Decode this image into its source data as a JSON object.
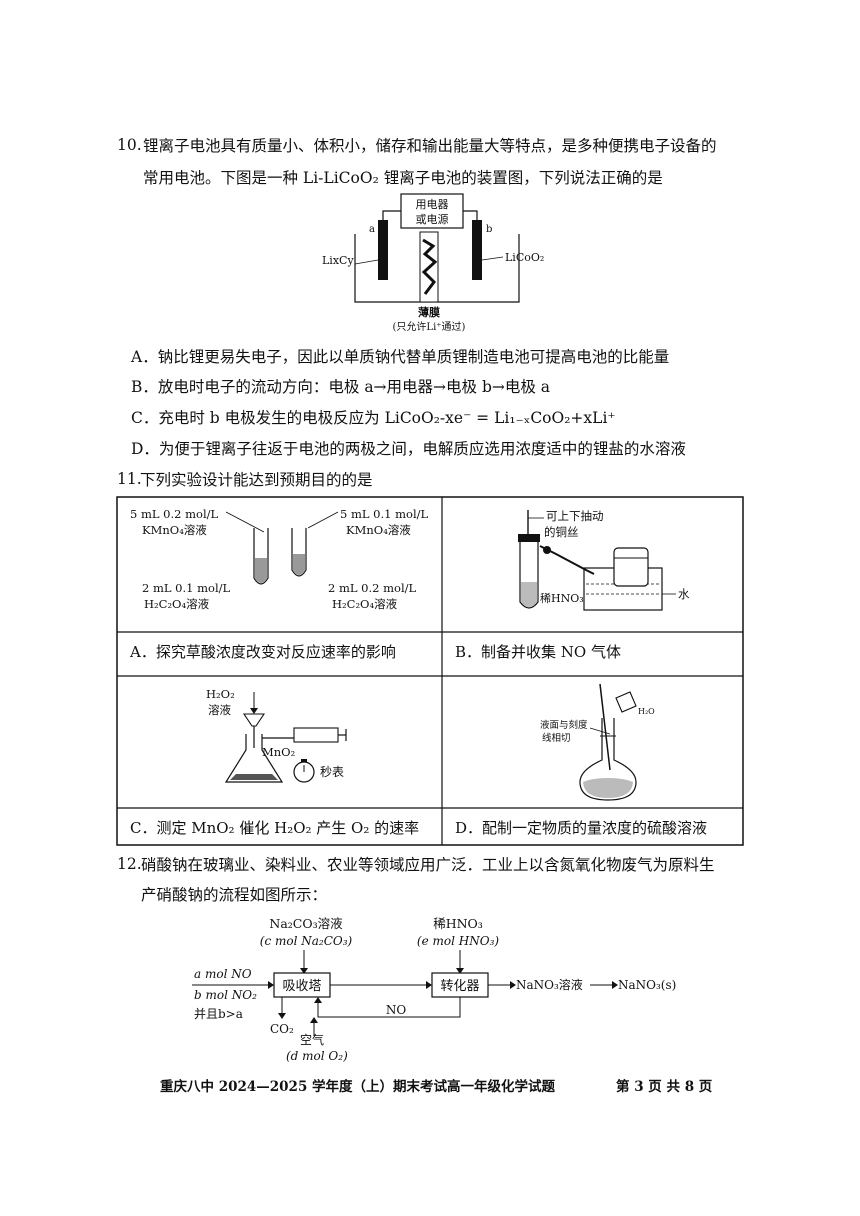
{
  "q10": {
    "number": "10.",
    "line1": "锂离子电池具有质量小、体积小，储存和输出能量大等特点，是多种便携电子设备的",
    "line2": "常用电池。下图是一种 Li-LiCoO₂ 锂离子电池的装置图，下列说法正确的是",
    "figure": {
      "device": "用电器或电源",
      "device_l1": "用电器",
      "device_l2": "或电源",
      "electrode_a": "a",
      "electrode_b": "b",
      "left_label": "LixCy",
      "right_label": "LiCoO₂",
      "membrane": "薄膜",
      "membrane_note": "(只允许Li⁺通过)"
    },
    "options": {
      "A": "A．钠比锂更易失电子，因此以单质钠代替单质锂制造电池可提高电池的比能量",
      "B": "B．放电时电子的流动方向：电极 a→用电器→电极 b→电极 a",
      "C": "C．充电时 b 电极发生的电极反应为 LiCoO₂-xe⁻ = Li₁₋ₓCoO₂+xLi⁺",
      "D": "D．为便于锂离子往返于电池的两极之间，电解质应选用浓度适中的锂盐的水溶液"
    }
  },
  "q11": {
    "number": "11.",
    "stem": "下列实验设计能达到预期目的的是",
    "A": {
      "label": "A．探究草酸浓度改变对反应速率的影响",
      "tl": "5 mL 0.2 mol/L",
      "tl2": "KMnO₄溶液",
      "tr": "5 mL 0.1 mol/L",
      "tr2": "KMnO₄溶液",
      "bl": "2 mL 0.1 mol/L",
      "bl2": "H₂C₂O₄溶液",
      "br": "2 mL 0.2 mol/L",
      "br2": "H₂C₂O₄溶液"
    },
    "B": {
      "label": "B．制备并收集 NO 气体",
      "wire1": "可上下抽动",
      "wire2": "的铜丝",
      "acid": "稀HNO₃",
      "water": "水"
    },
    "C": {
      "label": "C．测定 MnO₂ 催化 H₂O₂ 产生 O₂ 的速率",
      "h2o2": "H₂O₂",
      "sol": "溶液",
      "mno2": "MnO₂",
      "timer": "秒表"
    },
    "D": {
      "label": "D．配制一定物质的量浓度的硫酸溶液",
      "note1": "液面与刻度",
      "note2": "线相切",
      "water": "H₂O"
    }
  },
  "q12": {
    "number": "12.",
    "line1": "硝酸钠在玻璃业、染料业、农业等领域应用广泛．工业上以含氮氧化物废气为原料生",
    "line2": "产硝酸钠的流程如图所示：",
    "flow": {
      "na2co3": "Na₂CO₃溶液",
      "na2co3_amt": "(c mol Na₂CO₃)",
      "hno3": "稀HNO₃",
      "hno3_amt": "(e mol HNO₃)",
      "in1": "a mol NO",
      "in2": "b mol NO₂",
      "cond": "并且b>a",
      "absorber": "吸收塔",
      "converter": "转化器",
      "product1": "NaNO₃溶液",
      "product2": "NaNO₃(s)",
      "no": "NO",
      "co2": "CO₂",
      "air": "空气",
      "air_amt": "(d mol O₂)"
    }
  },
  "footer": {
    "title": "重庆八中 2024—2025 学年度（上）期末考试高一年级化学试题",
    "page": "第 3 页 共 8 页"
  }
}
